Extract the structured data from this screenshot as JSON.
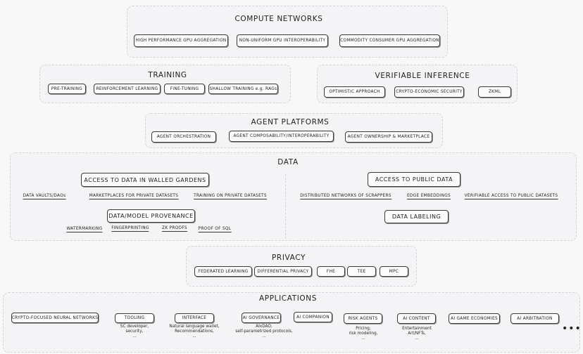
{
  "compute": {
    "title": "COMPUTE NETWORKS",
    "items": [
      "HIGH PERFORMANCE GPU AGGREGATION",
      "NON-UNIFORM GPU INTEROPERABILITY",
      "COMMODITY CONSUMER GPU AGGREGATION"
    ]
  },
  "training": {
    "title": "TRAINING",
    "items": [
      "PRE-TRAINING",
      "REINFORCEMENT LEARNING",
      "FINE-TUNING",
      "SHALLOW TRAINING e.g. RAGs"
    ]
  },
  "inference": {
    "title": "VERIFIABLE INFERENCE",
    "items": [
      "OPTIMISTIC APPROACH",
      "CRYPTO-ECONOMIC SECURITY",
      "ZKML"
    ]
  },
  "agents": {
    "title": "AGENT PLATFORMS",
    "items": [
      "AGENT ORCHESTRATION",
      "AGENT COMPOSABILITY/INTEROPERABILITY",
      "AGENT OWNERSHIP & MARKETPLACE"
    ]
  },
  "data": {
    "title": "DATA",
    "walled": {
      "title": "ACCESS TO DATA IN WALLED GARDENS",
      "items": [
        "DATA VAULTS/DAOs",
        "MARKETPLACES FOR PRIVATE DATASETS",
        "TRAINING ON PRIVATE DATASETS"
      ]
    },
    "provenance": {
      "title": "DATA/MODEL PROVENANCE",
      "items": [
        "WATERMARKING",
        "FINGERPRINTING",
        "ZK PROOFS",
        "PROOF OF SQL"
      ]
    },
    "public": {
      "title": "ACCESS TO PUBLIC DATA",
      "items": [
        "DISTRIBUTED NETWORKS OF SCRAPPERS",
        "EDGE EMBEDDINGS",
        "VERIFIABLE ACCESS TO PUBLIC DATASETS"
      ]
    },
    "labeling": {
      "title": "DATA LABELING"
    }
  },
  "privacy": {
    "title": "PRIVACY",
    "items": [
      "FEDERATED LEARNING",
      "DIFFERENTIAL PRIVACY",
      "FHE",
      "TEE",
      "MPC"
    ]
  },
  "applications": {
    "title": "APPLICATIONS",
    "items": [
      {
        "label": "CRYPTO-FOCUSED NEURAL NETWORKS",
        "note": ""
      },
      {
        "label": "TOOLING",
        "note": "SC developer,\nsecurity,\n..."
      },
      {
        "label": "INTERFACE",
        "note": "Natural language wallet,\nRecommendations,\n..."
      },
      {
        "label": "AI GOVERNANCE",
        "note": "AIxDAO,\nself-parametrized protocols,\n..."
      },
      {
        "label": "AI COMPANION",
        "note": ""
      },
      {
        "label": "RISK AGENTS",
        "note": "Pricing,\nrisk modeling,\n..."
      },
      {
        "label": "AI CONTENT",
        "note": "Entertainment\nArt/NFTs,\n..."
      },
      {
        "label": "AI GAME ECONOMIES",
        "note": ""
      },
      {
        "label": "AI ARBITRATION",
        "note": ""
      }
    ],
    "more": "•••"
  }
}
